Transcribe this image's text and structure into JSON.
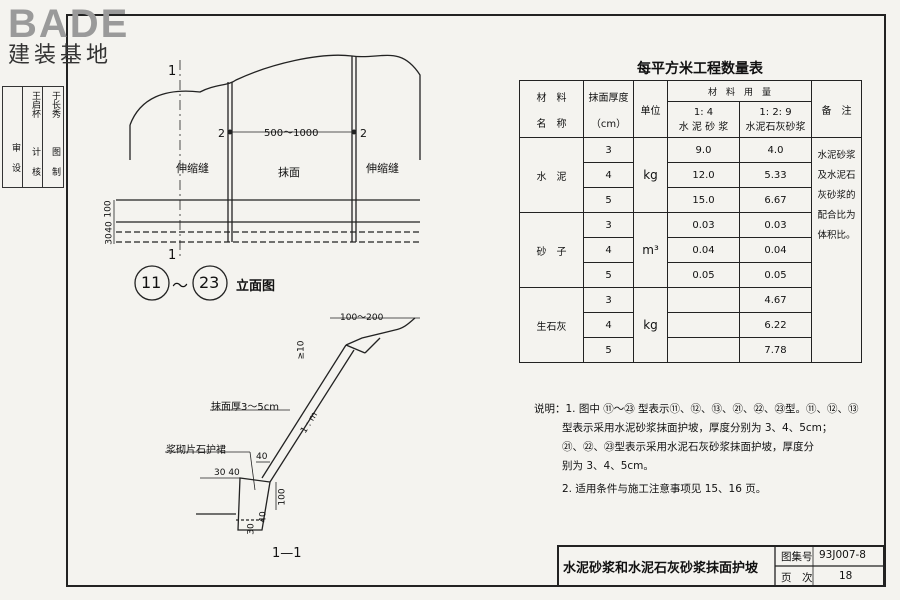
{
  "logo": {
    "brand": "BADE",
    "subtitle": "建装基地"
  },
  "sidebar": {
    "cells": [
      "王启杯",
      "于长秀",
      "审",
      "设",
      "计",
      "核",
      "图",
      "制"
    ]
  },
  "elevation": {
    "section_mark_top": "1",
    "section_mark_bottom": "1",
    "mark_left": "2",
    "mark_right": "2",
    "spacing_label": "500～1000",
    "joint_left": "伸缩缝",
    "joint_right": "伸缩缝",
    "surface_label": "抹面",
    "dims": [
      "100",
      "40",
      "30"
    ],
    "type_from": "11",
    "tilde": "～",
    "type_to": "23",
    "view_label": "立面图"
  },
  "section": {
    "top_dim": "100～200",
    "crest_dim": "≥10",
    "plaster_label": "抹面厚3～5cm",
    "slope_label": "1 : m",
    "toe_label": "浆砌片石护裙",
    "dims": [
      "40",
      "30 40",
      "100",
      "30",
      "40"
    ],
    "title": "1—1"
  },
  "table": {
    "title": "每平方米工程数量表",
    "headers": {
      "material_name": [
        "材　料",
        "名　称"
      ],
      "thickness": [
        "抹面厚度",
        "（cm）"
      ],
      "unit": "单位",
      "usage": "材　料　用　量",
      "mix1": [
        "1: 4",
        "水 泥 砂 浆"
      ],
      "mix2": [
        "1: 2: 9",
        "水泥石灰砂浆"
      ],
      "remark": "备　注"
    },
    "groups": [
      {
        "name": "水　泥",
        "unit": "kg",
        "rows": [
          [
            "3",
            "9.0",
            "4.0"
          ],
          [
            "4",
            "12.0",
            "5.33"
          ],
          [
            "5",
            "15.0",
            "6.67"
          ]
        ]
      },
      {
        "name": "砂　子",
        "unit": "m³",
        "rows": [
          [
            "3",
            "0.03",
            "0.03"
          ],
          [
            "4",
            "0.04",
            "0.04"
          ],
          [
            "5",
            "0.05",
            "0.05"
          ]
        ]
      },
      {
        "name": "生石灰",
        "unit": "kg",
        "rows": [
          [
            "3",
            "",
            "4.67"
          ],
          [
            "4",
            "",
            "6.22"
          ],
          [
            "5",
            "",
            "7.78"
          ]
        ]
      }
    ],
    "remark_lines": [
      "水泥砂浆",
      "及水泥石",
      "灰砂浆的",
      "配合比为",
      "体积比。"
    ]
  },
  "notes": {
    "line1": "说明：1. 图中 ⑪～㉓ 型表示⑪、⑫、⑬、㉑、㉒、㉓型。⑪、⑫、⑬",
    "line2": "型表示采用水泥砂浆抹面护坡，厚度分别为 3、4、5cm；",
    "line3": "㉑、㉒、㉓型表示采用水泥石灰砂浆抹面护坡，厚度分",
    "line4": "别为 3、4、5cm。",
    "line5": "2. 适用条件与施工注意事项见 15、16 页。"
  },
  "titleblock": {
    "title": "水泥砂浆和水泥石灰砂浆抹面护坡",
    "atlas_label": "图集号",
    "atlas_value": "93J007-8",
    "page_label": "页　次",
    "page_value": "18"
  }
}
